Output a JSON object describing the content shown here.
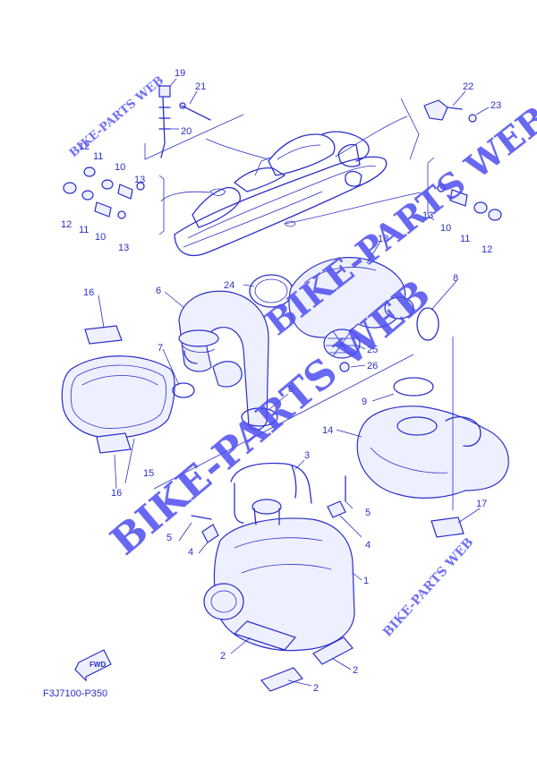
{
  "diagram": {
    "part_code": "F3J7100-P350",
    "fwd_label": "FWD",
    "watermarks": {
      "small_top_left": "BIKE-PARTS WEB",
      "big_top": "BIKE-PARTS WEB",
      "big_main": "BIKE-PARTS WEB",
      "small_right": "BIKE-PARTS WEB"
    },
    "callouts": [
      {
        "id": "c19",
        "text": "19"
      },
      {
        "id": "c21",
        "text": "21"
      },
      {
        "id": "c20",
        "text": "20"
      },
      {
        "id": "c22",
        "text": "22"
      },
      {
        "id": "c23",
        "text": "23"
      },
      {
        "id": "c12a",
        "text": "12"
      },
      {
        "id": "c11a",
        "text": "11"
      },
      {
        "id": "c10a",
        "text": "10"
      },
      {
        "id": "c13a",
        "text": "13"
      },
      {
        "id": "c12b",
        "text": "12"
      },
      {
        "id": "c11b",
        "text": "11"
      },
      {
        "id": "c10b",
        "text": "10"
      },
      {
        "id": "c13b",
        "text": "13"
      },
      {
        "id": "c13c",
        "text": "13"
      },
      {
        "id": "c10c",
        "text": "10"
      },
      {
        "id": "c11c",
        "text": "11"
      },
      {
        "id": "c12c",
        "text": "12"
      },
      {
        "id": "c16a",
        "text": "16"
      },
      {
        "id": "c6",
        "text": "6"
      },
      {
        "id": "c24",
        "text": "24"
      },
      {
        "id": "c18",
        "text": "18"
      },
      {
        "id": "c8a",
        "text": "8"
      },
      {
        "id": "c7",
        "text": "7"
      },
      {
        "id": "c25",
        "text": "25"
      },
      {
        "id": "c26",
        "text": "26"
      },
      {
        "id": "c8b",
        "text": "8"
      },
      {
        "id": "c9",
        "text": "9"
      },
      {
        "id": "c14",
        "text": "14"
      },
      {
        "id": "c3",
        "text": "3"
      },
      {
        "id": "c15",
        "text": "15"
      },
      {
        "id": "c16b",
        "text": "16"
      },
      {
        "id": "c5a",
        "text": "5"
      },
      {
        "id": "c5b",
        "text": "5"
      },
      {
        "id": "c4a",
        "text": "4"
      },
      {
        "id": "c4b",
        "text": "4"
      },
      {
        "id": "c17",
        "text": "17"
      },
      {
        "id": "c1",
        "text": "1"
      },
      {
        "id": "c2a",
        "text": "2"
      },
      {
        "id": "c2b",
        "text": "2"
      },
      {
        "id": "c2c",
        "text": "2"
      }
    ]
  }
}
